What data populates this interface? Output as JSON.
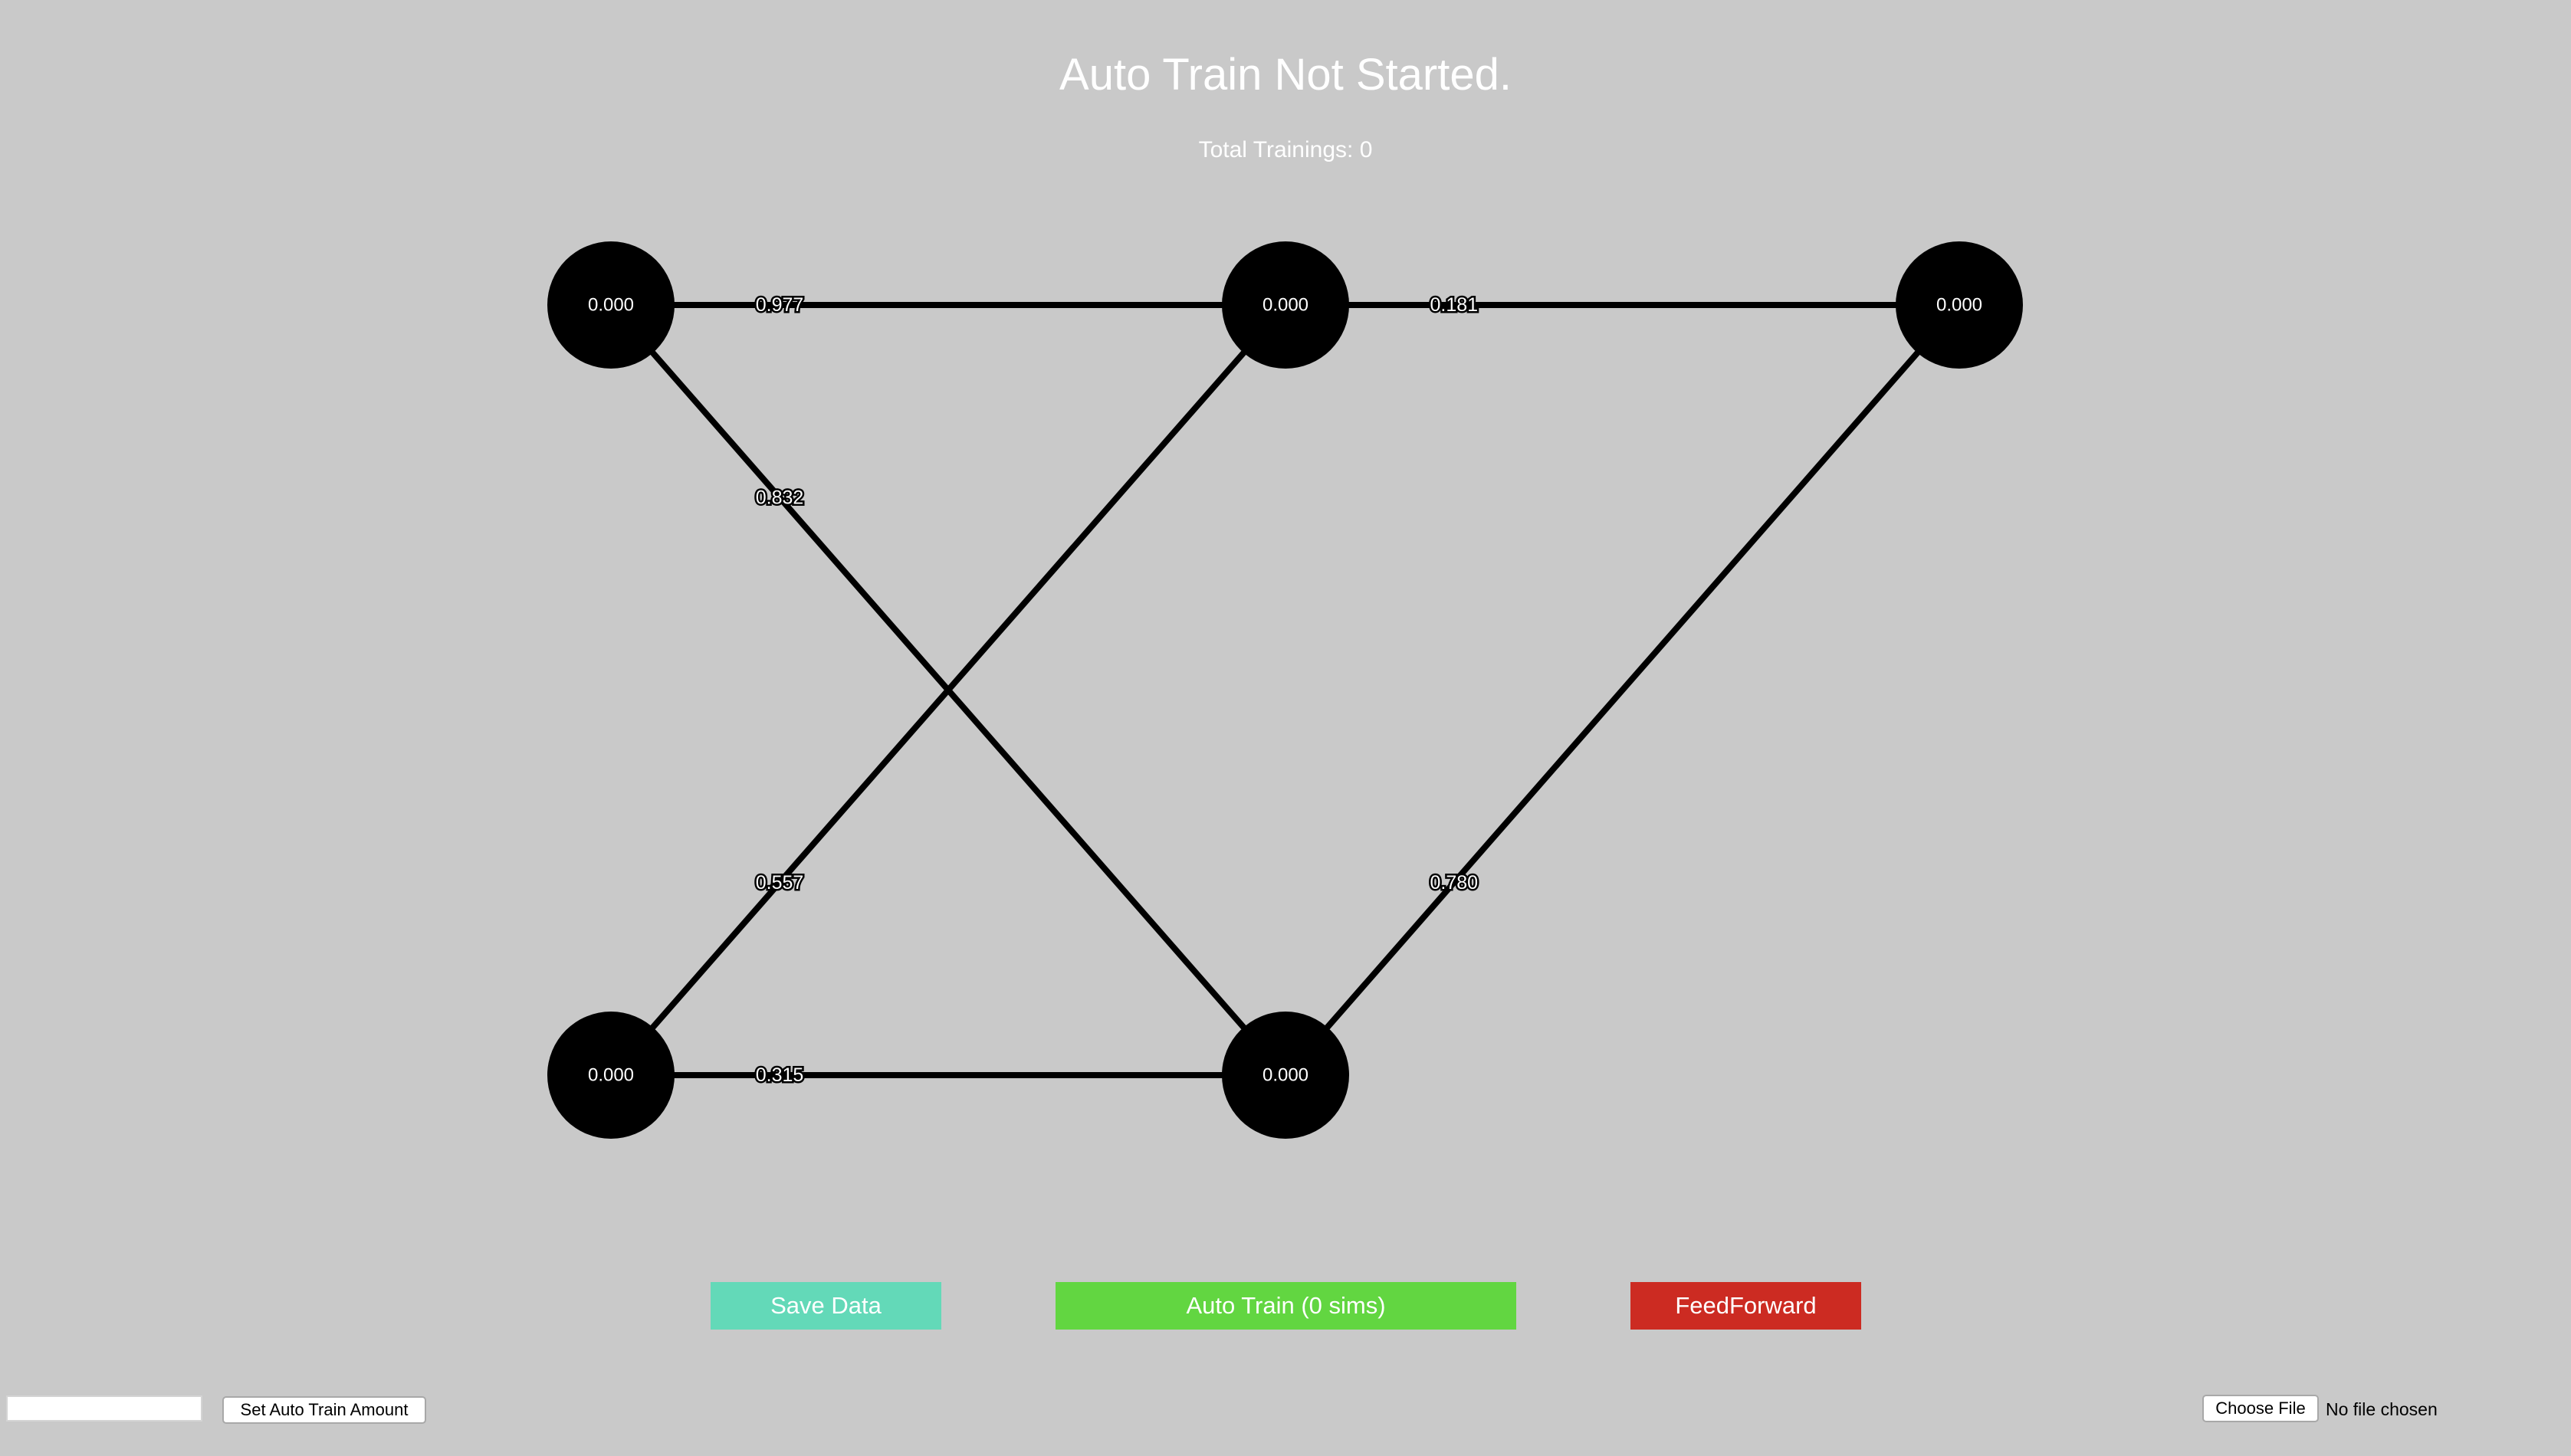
{
  "status": {
    "title": "Auto Train Not Started.",
    "total_trainings": "Total Trainings: 0"
  },
  "network": {
    "nodes": [
      {
        "id": "n00",
        "value": "0.000"
      },
      {
        "id": "n01",
        "value": "0.000"
      },
      {
        "id": "n10",
        "value": "0.000"
      },
      {
        "id": "n11",
        "value": "0.000"
      },
      {
        "id": "n20",
        "value": "0.000"
      }
    ],
    "edges": [
      {
        "from": "n00",
        "to": "n10",
        "weight": "0.977"
      },
      {
        "from": "n00",
        "to": "n11",
        "weight": "0.832"
      },
      {
        "from": "n01",
        "to": "n10",
        "weight": "0.557"
      },
      {
        "from": "n01",
        "to": "n11",
        "weight": "0.315"
      },
      {
        "from": "n10",
        "to": "n20",
        "weight": "0.181"
      },
      {
        "from": "n11",
        "to": "n20",
        "weight": "0.780"
      }
    ]
  },
  "actions": {
    "save_label": "Save Data",
    "auto_train_label": "Auto Train (0 sims)",
    "feed_forward_label": "FeedForward"
  },
  "controls": {
    "amount_input_value": "",
    "set_amount_label": "Set Auto Train Amount",
    "choose_file_label": "Choose File",
    "file_status": "No file chosen"
  },
  "colors": {
    "background": "#c9c9c9",
    "save": "#63d9b8",
    "auto_train": "#62d641",
    "feed_forward": "#cc2b22"
  }
}
